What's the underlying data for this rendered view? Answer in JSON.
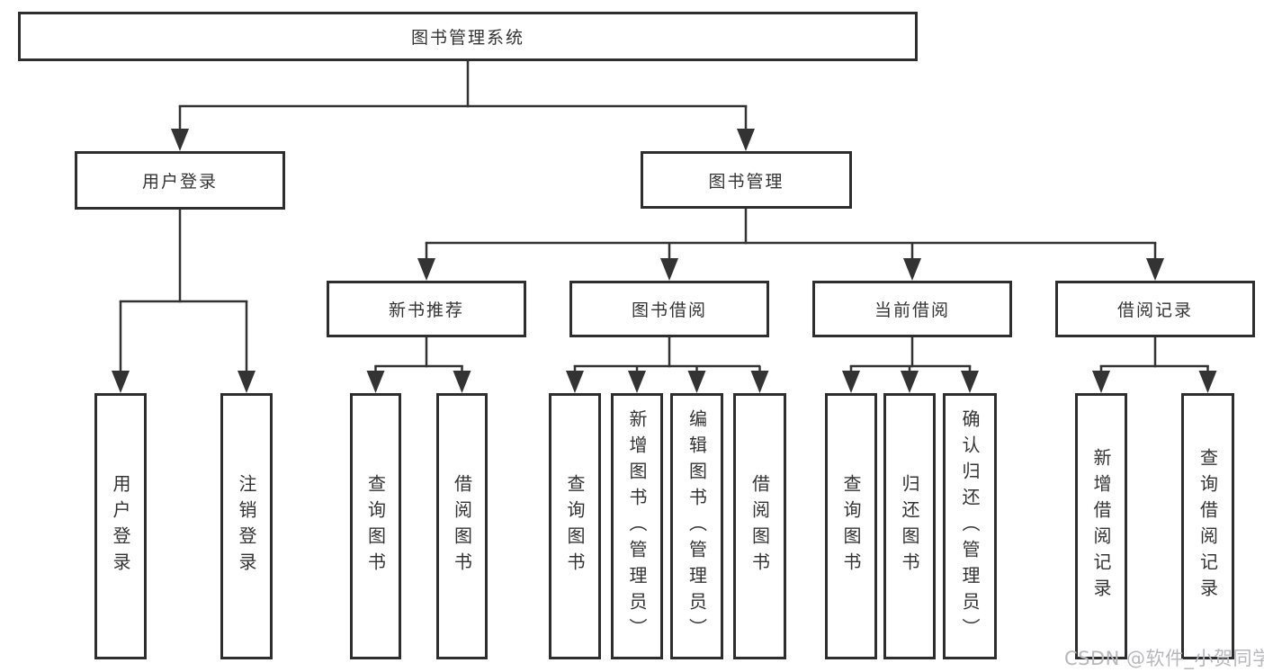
{
  "diagram": {
    "root": "图书管理系统",
    "level2": {
      "userLogin": "用户登录",
      "bookManagement": "图书管理"
    },
    "level3": {
      "newBooks": "新书推荐",
      "bookBorrowing": "图书借阅",
      "currentBorrowing": "当前借阅",
      "borrowingRecords": "借阅记录"
    },
    "leaves": {
      "userLogin": [
        "用户登录",
        "注销登录"
      ],
      "newBooks": [
        "查询图书",
        "借阅图书"
      ],
      "bookBorrowing": [
        "查询图书",
        "新增图书（管理员）",
        "编辑图书（管理员）",
        "借阅图书"
      ],
      "currentBorrowing": [
        "查询图书",
        "归还图书",
        "确认归还（管理员）"
      ],
      "borrowingRecords": [
        "新增借阅记录",
        "查询借阅记录"
      ]
    }
  },
  "watermark": {
    "text": "CSDN @软件_小贺同学",
    "color": "#b8b8bc"
  },
  "colors": {
    "line": "#333333",
    "box_border": "#2e2e2e",
    "text": "#333333",
    "background": "#ffffff"
  }
}
